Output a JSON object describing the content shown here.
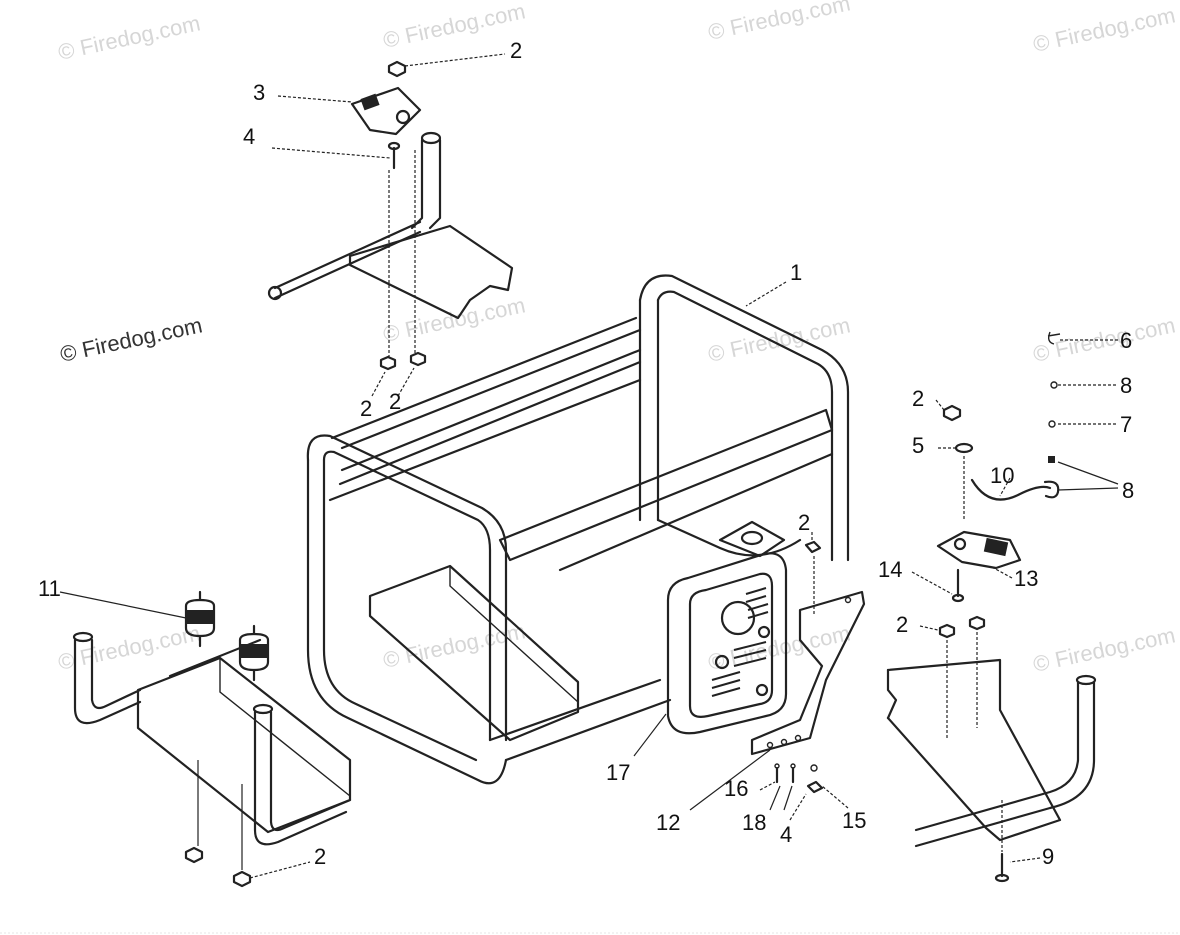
{
  "watermark_text": "© Firedog.com",
  "callouts": {
    "c1": "1",
    "c2a": "2",
    "c2b": "2",
    "c2c": "2",
    "c2d": "2",
    "c2e": "2",
    "c2f": "2",
    "c2g": "2",
    "c3": "3",
    "c4a": "4",
    "c4b": "4",
    "c5": "5",
    "c6": "6",
    "c7": "7",
    "c8a": "8",
    "c8b": "8",
    "c9": "9",
    "c10": "10",
    "c11": "11",
    "c12": "12",
    "c13": "13",
    "c14": "14",
    "c15": "15",
    "c16": "16",
    "c17": "17",
    "c18": "18"
  }
}
